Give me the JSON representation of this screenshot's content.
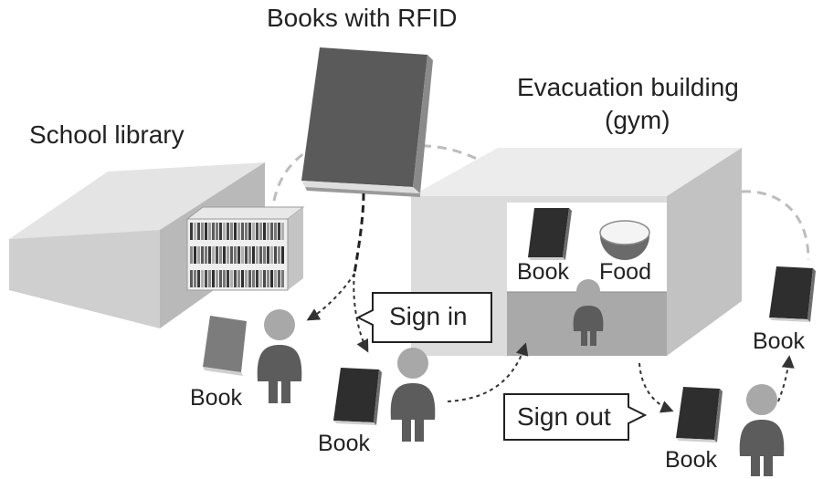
{
  "labels": {
    "books_rfid": "Books with RFID",
    "school_library": "School library",
    "evacuation_line1": "Evacuation building",
    "evacuation_line2": "(gym)",
    "sign_in": "Sign in",
    "sign_out": "Sign out",
    "book_inside": "Book",
    "food_inside": "Food",
    "book_library_person": "Book",
    "book_walking_person": "Book",
    "book_exit_person": "Book",
    "book_returned": "Book"
  },
  "colors": {
    "background": "#ffffff",
    "box_front": "#d6d6d6",
    "box_top": "#e6e6e6",
    "box_side": "#bcbcbc",
    "book_cover": "#3a3a3a",
    "person_head": "#a8a8a8",
    "person_body": "#5a5a5a",
    "arrow": "#333333",
    "dashed_path": "#b8b8b8"
  },
  "icons": [
    "book-icon",
    "rice-bowl-icon",
    "person-icon",
    "bookshelf-icon"
  ]
}
